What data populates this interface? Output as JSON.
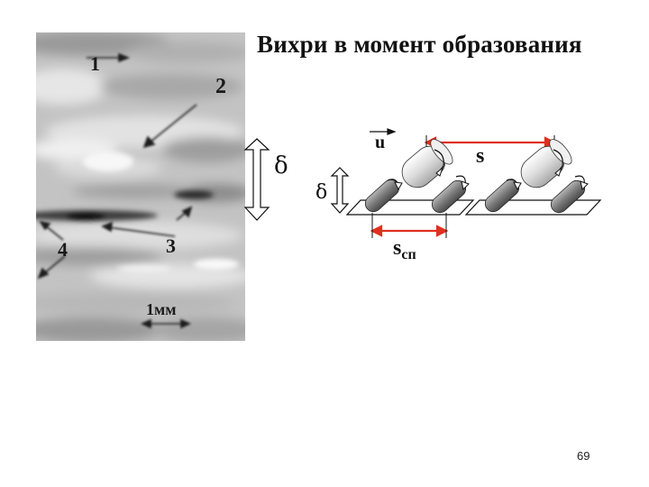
{
  "title": "Вихри в момент образования",
  "photo": {
    "labels": [
      "1",
      "2",
      "3",
      "4"
    ],
    "scale_label": "1мм"
  },
  "scheme": {
    "delta_large": "δ",
    "delta_small": "δ",
    "velocity_label": "u",
    "spacing_label": "s",
    "wall_spacing_label": "s",
    "wall_spacing_subscript": "сп",
    "accent_color": "#e03020"
  },
  "page_number": "69"
}
